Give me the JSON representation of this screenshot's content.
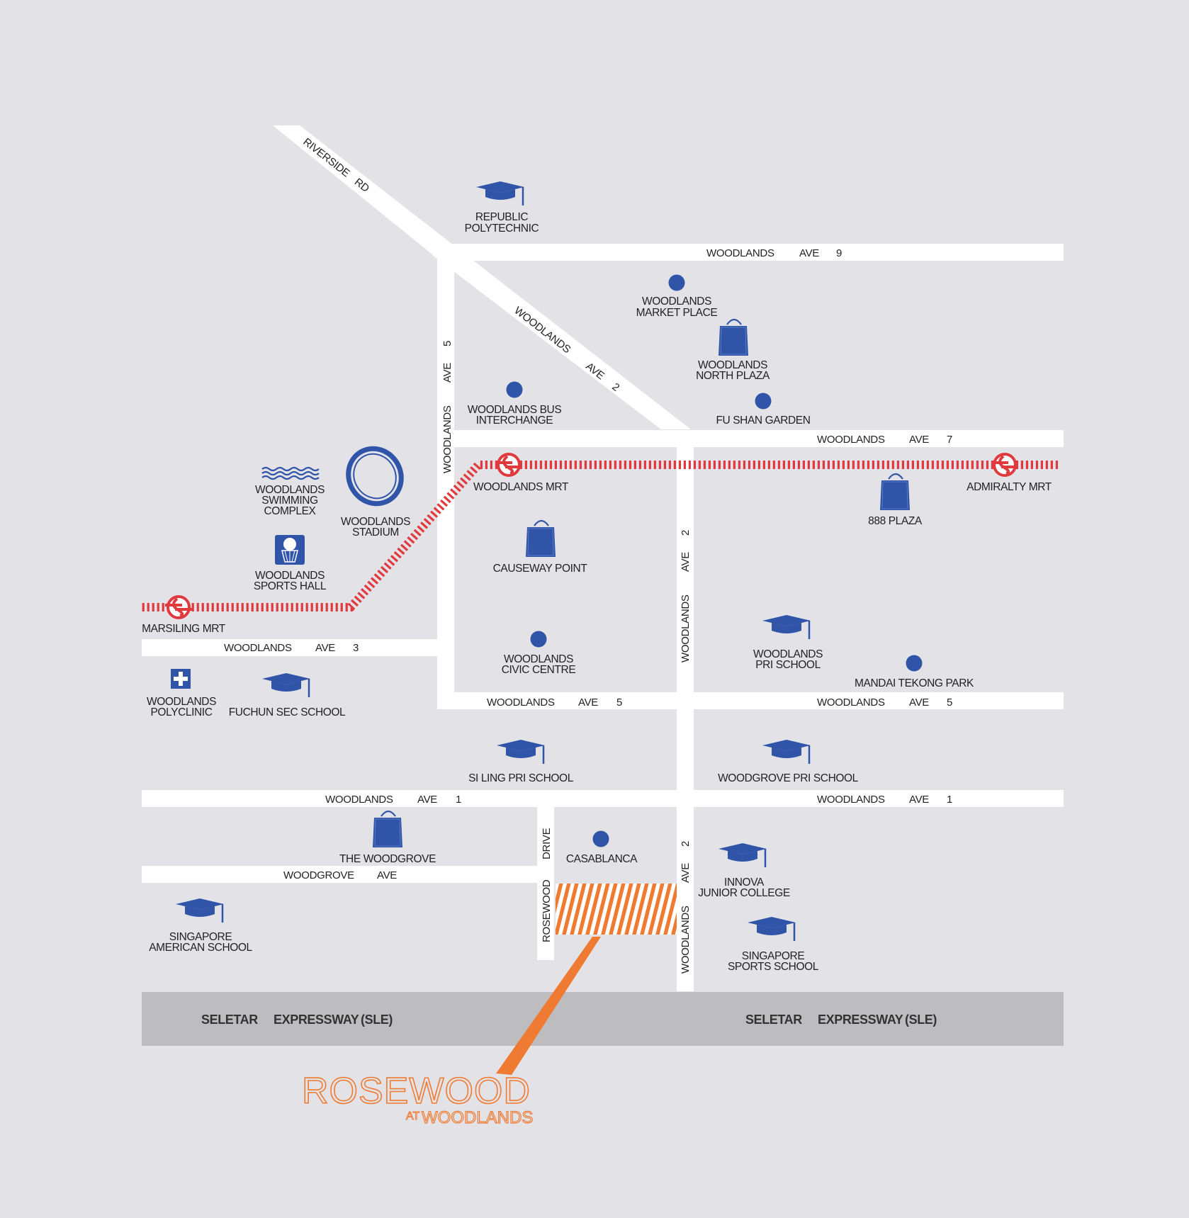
{
  "colors": {
    "background": "#e3e3e7",
    "road": "#ffffff",
    "expressway": "#bdbdbf",
    "mrt_line": "#e03a3e",
    "poi_blue": "#2f54a8",
    "brand_orange": "#ef7b33"
  },
  "roads": {
    "riverside_rd_1": "RIVERSIDE",
    "riverside_rd_2": "RD",
    "ave9_a": "WOODLANDS",
    "ave9_b": "AVE",
    "ave9_c": "9",
    "ave5v_a": "WOODLANDS",
    "ave5v_b": "AVE",
    "ave5v_c": "5",
    "ave2d_a": "WOODLANDS",
    "ave2d_b": "AVE",
    "ave2d_c": "2",
    "ave7_a": "WOODLANDS",
    "ave7_b": "AVE",
    "ave7_c": "7",
    "ave2v_a": "WOODLANDS",
    "ave2v_b": "AVE",
    "ave2v_c": "2",
    "ave2v2_a": "WOODLANDS",
    "ave2v2_b": "AVE",
    "ave2v2_c": "2",
    "ave3_a": "WOODLANDS",
    "ave3_b": "AVE",
    "ave3_c": "3",
    "ave5hl_a": "WOODLANDS",
    "ave5hl_b": "AVE",
    "ave5hl_c": "5",
    "ave5hr_a": "WOODLANDS",
    "ave5hr_b": "AVE",
    "ave5hr_c": "5",
    "ave1l_a": "WOODLANDS",
    "ave1l_b": "AVE",
    "ave1l_c": "1",
    "ave1r_a": "WOODLANDS",
    "ave1r_b": "AVE",
    "ave1r_c": "1",
    "woodgrove_a": "WOODGROVE",
    "woodgrove_b": "AVE",
    "rosewood_a": "ROSEWOOD",
    "rosewood_b": "DRIVE",
    "sle_left_a": "SELETAR",
    "sle_left_b": "EXPRESSWAY",
    "sle_left_c": "(SLE)",
    "sle_right_a": "SELETAR",
    "sle_right_b": "EXPRESSWAY",
    "sle_right_c": "(SLE)"
  },
  "mrt": {
    "woodlands": "WOODLANDS MRT",
    "admiralty": "ADMIRALTY MRT",
    "marsiling": "MARSILING MRT"
  },
  "pois": {
    "republic_poly_1": "REPUBLIC",
    "republic_poly_2": "POLYTECHNIC",
    "market_place_1": "WOODLANDS",
    "market_place_2": "MARKET PLACE",
    "north_plaza_1": "WOODLANDS",
    "north_plaza_2": "NORTH PLAZA",
    "bus_interchange_1": "WOODLANDS BUS",
    "bus_interchange_2": "INTERCHANGE",
    "fu_shan": "FU SHAN GARDEN",
    "swimming_1": "WOODLANDS",
    "swimming_2": "SWIMMING",
    "swimming_3": "COMPLEX",
    "stadium_1": "WOODLANDS",
    "stadium_2": "STADIUM",
    "sports_hall_1": "WOODLANDS",
    "sports_hall_2": "SPORTS HALL",
    "causeway_point": "CAUSEWAY POINT",
    "plaza_888": "888 PLAZA",
    "civic_centre_1": "WOODLANDS",
    "civic_centre_2": "CIVIC CENTRE",
    "pri_school_1": "WOODLANDS",
    "pri_school_2": "PRI SCHOOL",
    "mandai_tekong": "MANDAI TEKONG PARK",
    "polyclinic_1": "WOODLANDS",
    "polyclinic_2": "POLYCLINIC",
    "fuchun": "FUCHUN SEC SCHOOL",
    "si_ling": "SI LING PRI SCHOOL",
    "woodgrove_pri": "WOODGROVE PRI SCHOOL",
    "the_woodgrove": "THE WOODGROVE",
    "casablanca": "CASABLANCA",
    "innova_1": "INNOVA",
    "innova_2": "JUNIOR COLLEGE",
    "sas_1": "SINGAPORE",
    "sas_2": "AMERICAN SCHOOL",
    "sports_school_1": "SINGAPORE",
    "sports_school_2": "SPORTS SCHOOL"
  },
  "brand": {
    "main": "ROSEWOOD",
    "at": "AT",
    "sub": "WOODLANDS"
  },
  "icons": [
    "graduation-cap-icon",
    "shopping-bag-icon",
    "location-dot-icon",
    "mrt-logo-icon",
    "stadium-icon",
    "swimming-icon",
    "basketball-icon",
    "medical-cross-icon"
  ]
}
